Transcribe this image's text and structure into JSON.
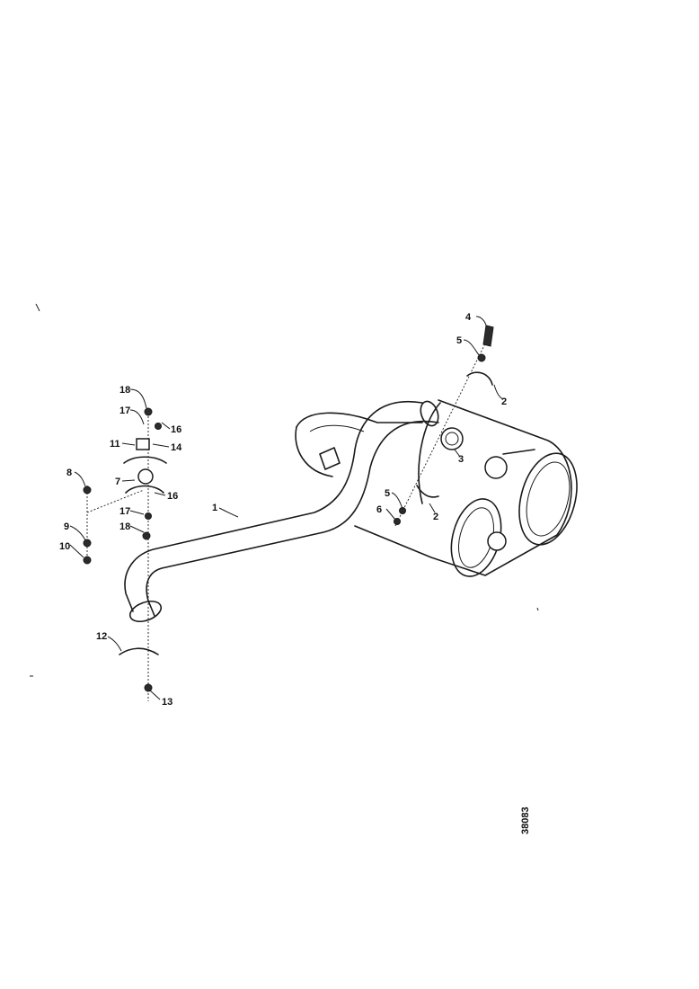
{
  "diagram": {
    "drawing_number": "38083",
    "callouts": [
      {
        "id": "c4",
        "text": "4"
      },
      {
        "id": "c5a",
        "text": "5"
      },
      {
        "id": "c2a",
        "text": "2"
      },
      {
        "id": "c3",
        "text": "3"
      },
      {
        "id": "c5b",
        "text": "5"
      },
      {
        "id": "c6",
        "text": "6"
      },
      {
        "id": "c2b",
        "text": "2"
      },
      {
        "id": "c1",
        "text": "1"
      },
      {
        "id": "c18a",
        "text": "18"
      },
      {
        "id": "c17a",
        "text": "17"
      },
      {
        "id": "c16a",
        "text": "16"
      },
      {
        "id": "c11",
        "text": "11"
      },
      {
        "id": "c14",
        "text": "14"
      },
      {
        "id": "c8",
        "text": "8"
      },
      {
        "id": "c7",
        "text": "7"
      },
      {
        "id": "c16b",
        "text": "16"
      },
      {
        "id": "c17b",
        "text": "17"
      },
      {
        "id": "c18b",
        "text": "18"
      },
      {
        "id": "c9",
        "text": "9"
      },
      {
        "id": "c10",
        "text": "10"
      },
      {
        "id": "c12",
        "text": "12"
      },
      {
        "id": "c13",
        "text": "13"
      }
    ]
  }
}
